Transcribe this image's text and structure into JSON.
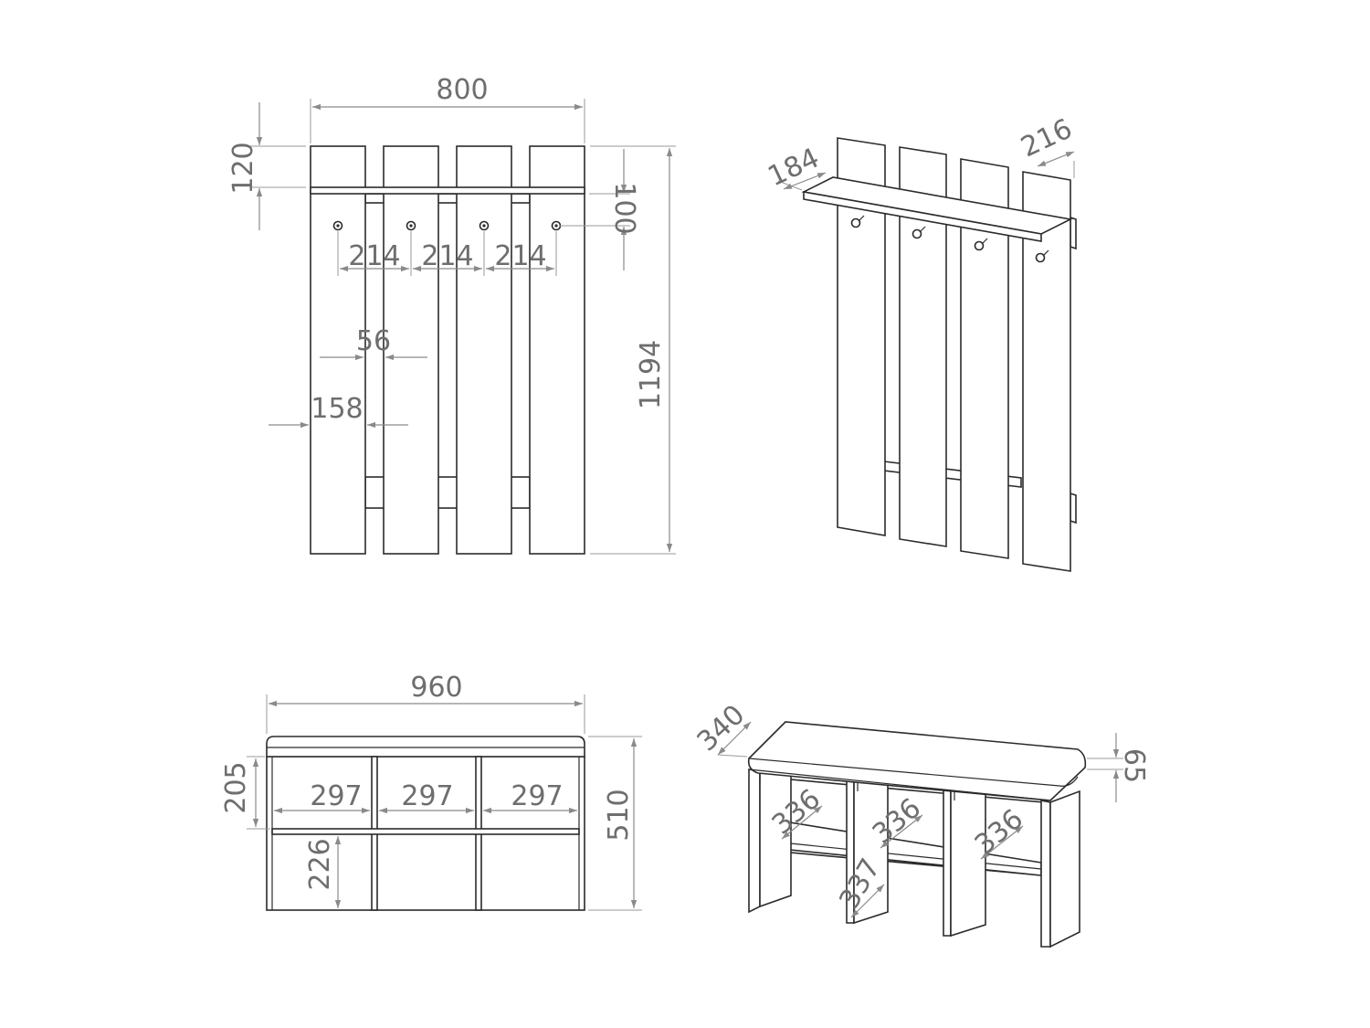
{
  "views": {
    "rack_front": {
      "width": "800",
      "top_height": "120",
      "hook_offset": "100",
      "hook_spacings": [
        "214",
        "214",
        "214"
      ],
      "gap": "56",
      "board_width": "158",
      "height": "1194"
    },
    "rack_iso": {
      "shelf_depth": "184",
      "rack_depth": "216"
    },
    "bench_front": {
      "width": "960",
      "upper_height": "205",
      "compartments": [
        "297",
        "297",
        "297"
      ],
      "lower_height": "226",
      "height": "510"
    },
    "bench_iso": {
      "depth": "340",
      "cushion_height": "65",
      "cubby_depths": [
        "336",
        "336",
        "336"
      ],
      "lower_depth": "337"
    }
  },
  "colors": {
    "outline": "#2b2b2b",
    "dimension": "#8a8a8a",
    "label": "#6e6e6e"
  }
}
